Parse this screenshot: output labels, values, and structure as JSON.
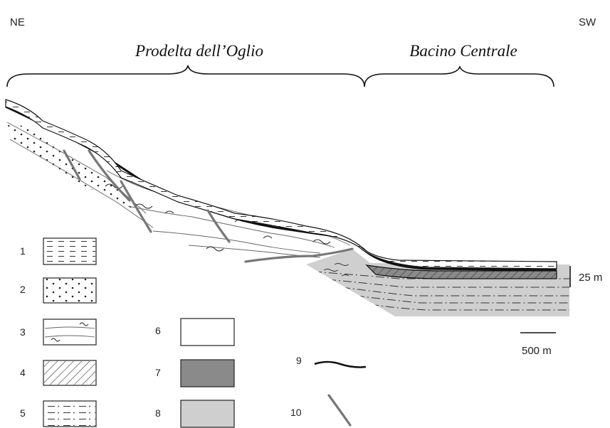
{
  "orientation": {
    "left": "NE",
    "right": "SW"
  },
  "regions": [
    {
      "label": "Prodelta dell’Oglio"
    },
    {
      "label": "Bacino Centrale"
    }
  ],
  "scale": {
    "vertical": "25 m",
    "horizontal": "500 m"
  },
  "legend": [
    {
      "number": "1",
      "pattern": "dashed-lines"
    },
    {
      "number": "2",
      "pattern": "dotted"
    },
    {
      "number": "3",
      "pattern": "wavy-lines"
    },
    {
      "number": "4",
      "pattern": "diagonal-hatch"
    },
    {
      "number": "5",
      "pattern": "dash-dot-lines"
    },
    {
      "number": "6",
      "pattern": "white-fill"
    },
    {
      "number": "7",
      "pattern": "dark-grey-fill"
    },
    {
      "number": "8",
      "pattern": "light-grey-fill"
    },
    {
      "number": "9",
      "pattern": "black-line"
    },
    {
      "number": "10",
      "pattern": "grey-curve"
    }
  ],
  "colors": {
    "dark_grey": "#8a8a8a",
    "light_grey": "#cfcfcf",
    "line": "#111111",
    "fault": "#777777"
  }
}
